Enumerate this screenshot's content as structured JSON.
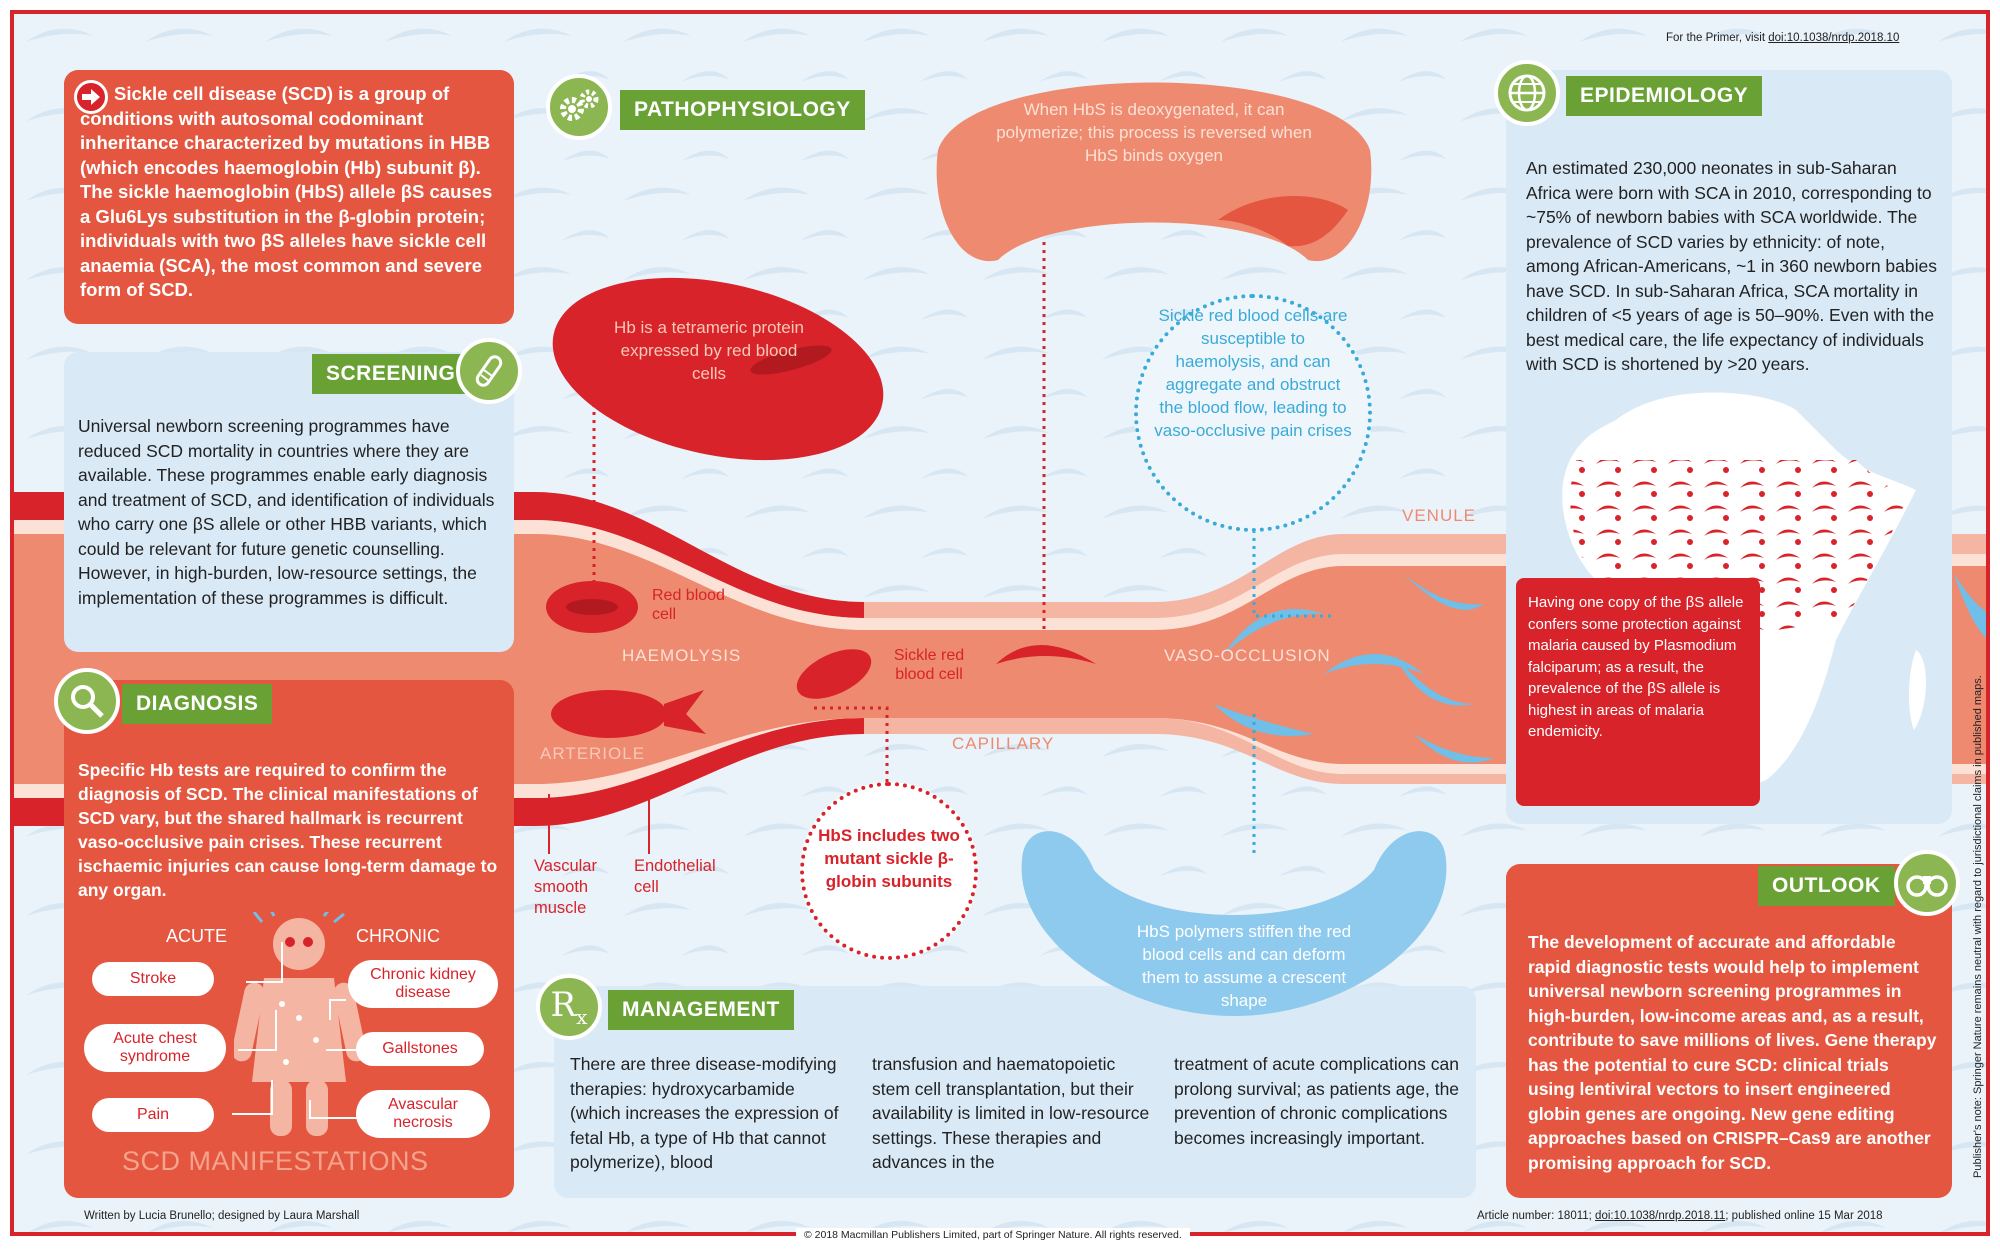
{
  "header": {
    "primer_prefix": "For the Primer, visit ",
    "primer_link": "doi:10.1038/nrdp.2018.10"
  },
  "intro": {
    "text": "Sickle cell disease (SCD) is a group of conditions with autosomal codominant inheritance characterized by mutations in HBB (which encodes haemoglobin (Hb) subunit β). The sickle haemoglobin (HbS) allele βS causes a Glu6Lys substitution in the β-globin protein; individuals with two βS alleles have sickle cell anaemia (SCA), the most common and severe form of SCD."
  },
  "screening": {
    "title": "SCREENING",
    "text": "Universal newborn screening programmes have reduced SCD mortality in countries where they are available. These programmes enable early diagnosis and treatment of SCD, and identification of individuals who carry one βS allele or other HBB variants, which could be relevant for future genetic counselling. However, in high-burden, low-resource settings, the implementation of these programmes is difficult."
  },
  "diagnosis": {
    "title": "DIAGNOSIS",
    "text": "Specific Hb tests are required to confirm the diagnosis of SCD. The clinical manifestations of SCD vary, but the shared hallmark is recurrent vaso-occlusive pain crises. These recurrent ischaemic injuries can cause long-term damage to any organ.",
    "acute_label": "ACUTE",
    "chronic_label": "CHRONIC",
    "acute_items": [
      "Stroke",
      "Acute chest syndrome",
      "Pain"
    ],
    "chronic_items": [
      "Chronic kidney disease",
      "Gallstones",
      "Avascular necrosis"
    ],
    "manifestations_title": "SCD MANIFESTATIONS"
  },
  "pathophysiology": {
    "title": "PATHOPHYSIOLOGY",
    "polymerize_text": "When HbS is deoxygenated, it can polymerize; this process is reversed when HbS binds oxygen",
    "tetrameric_text": "Hb is a tetrameric protein expressed by red blood cells",
    "susceptible_text": "Sickle red blood cells are susceptible to haemolysis, and can aggregate and obstruct the blood flow, leading to vaso-occlusive pain crises",
    "hbs_includes_text": "HbS includes two mutant sickle β-globin subunits",
    "polymers_text": "HbS polymers stiffen the red blood cells and can deform them to assume a crescent shape",
    "labels": {
      "red_blood_cell": "Red blood cell",
      "sickle_red_blood_cell": "Sickle red blood cell",
      "haemolysis": "HAEMOLYSIS",
      "vaso_occlusion": "VASO-OCCLUSION",
      "arteriole": "ARTERIOLE",
      "capillary": "CAPILLARY",
      "venule": "VENULE",
      "vascular_smooth_muscle": "Vascular smooth muscle",
      "endothelial_cell": "Endothelial cell"
    }
  },
  "management": {
    "title": "MANAGEMENT",
    "col1": "There are three disease-modifying therapies: hydroxycarbamide (which increases the expression of fetal Hb, a type of Hb that cannot polymerize), blood",
    "col2": "transfusion and haematopoietic stem cell transplantation, but their availability is limited in low-resource settings. These therapies and advances in the",
    "col3": "treatment of acute complications can prolong survival; as patients age, the prevention of chronic complications becomes increasingly important."
  },
  "epidemiology": {
    "title": "EPIDEMIOLOGY",
    "text": "An estimated 230,000 neonates in sub-Saharan Africa were born with SCA in 2010, corresponding to ~75% of newborn babies with SCA worldwide. The prevalence of SCD varies by ethnicity: of note, among African-Americans, ~1 in 360 newborn babies have SCD. In sub-Saharan Africa, SCA mortality in children of <5 years of age is 50–90%. Even with the best medical care, the life expectancy of individuals with SCD is shortened by >20 years.",
    "malaria_text": "Having one copy of the βS allele confers some protection against malaria caused by Plasmodium falciparum; as a result, the prevalence of the βS allele is highest in areas of malaria endemicity."
  },
  "outlook": {
    "title": "OUTLOOK",
    "text": "The development of accurate and affordable rapid diagnostic tests would help to implement universal newborn screening programmes in high-burden, low-income areas and, as a result, contribute to save millions of lives. Gene therapy has the potential to cure SCD: clinical trials using lentiviral vectors to insert engineered globin genes are ongoing. New gene editing approaches based on CRISPR–Cas9 are another promising approach for SCD."
  },
  "footer": {
    "credits": "Written by Lucia Brunello; designed by Laura Marshall",
    "article_prefix": "Article number: 18011; ",
    "article_link": "doi:10.1038/nrdp.2018.11",
    "article_suffix": "; published online 15 Mar 2018",
    "copyright": "© 2018 Macmillan Publishers Limited, part of Springer Nature. All rights reserved.",
    "publisher_note": "Publisher's note: Springer Nature remains neutral with regard to jurisdictional claims in published maps."
  },
  "colors": {
    "brand_red": "#d8232a",
    "coral": "#e4563f",
    "green": "#6aa135",
    "light_blue": "#d9e9f6",
    "cyan": "#3aaad8"
  },
  "icons": [
    "arrow-right-icon",
    "gears-icon",
    "test-tube-icon",
    "magnifier-icon",
    "rx-icon",
    "globe-icon",
    "binoculars-icon"
  ]
}
